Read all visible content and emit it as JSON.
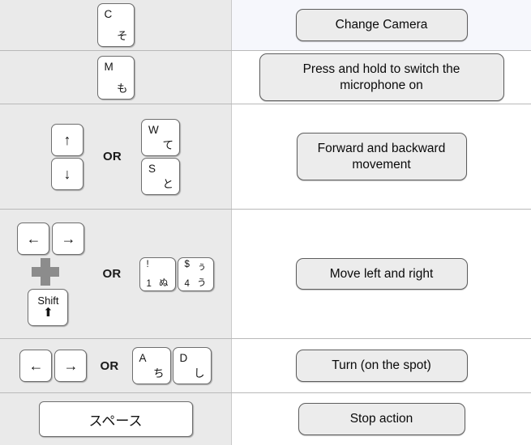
{
  "legend": {
    "or_label": "OR"
  },
  "rows": [
    {
      "id": "change-camera",
      "keys": [
        {
          "type": "dual",
          "latin": "C",
          "kana": "そ"
        }
      ],
      "description": "Change Camera"
    },
    {
      "id": "microphone",
      "keys": [
        {
          "type": "dual",
          "latin": "M",
          "kana": "も"
        }
      ],
      "description": "Press and hold to switch the microphone on"
    },
    {
      "id": "forward-backward",
      "keys": [
        {
          "type": "arrow",
          "glyph": "↑"
        },
        {
          "type": "arrow",
          "glyph": "↓"
        },
        {
          "type": "dual",
          "latin": "W",
          "kana": "て"
        },
        {
          "type": "dual",
          "latin": "S",
          "kana": "と"
        }
      ],
      "description": "Forward and backward movement"
    },
    {
      "id": "move-left-right",
      "keys": [
        {
          "type": "arrow",
          "glyph": "←"
        },
        {
          "type": "arrow",
          "glyph": "→"
        },
        {
          "type": "modifier",
          "label": "Shift",
          "glyph": "⬆"
        },
        {
          "type": "quad",
          "top_left": "!",
          "bottom_left": "1",
          "top_right": "",
          "bottom_right": "ぬ"
        },
        {
          "type": "quad",
          "top_left": "$",
          "bottom_left": "4",
          "top_right": "ぅ",
          "bottom_right": "う"
        }
      ],
      "description": "Move left and right"
    },
    {
      "id": "turn-on-spot",
      "keys": [
        {
          "type": "arrow",
          "glyph": "←"
        },
        {
          "type": "arrow",
          "glyph": "→"
        },
        {
          "type": "dual",
          "latin": "A",
          "kana": "ち"
        },
        {
          "type": "dual",
          "latin": "D",
          "kana": "し"
        }
      ],
      "description": "Turn (on the spot)"
    },
    {
      "id": "stop-action",
      "keys": [
        {
          "type": "space",
          "label": "スペース"
        }
      ],
      "description": "Stop action"
    }
  ],
  "colors": {
    "key_face": "#ffffff",
    "key_border": "#6e6e6e",
    "left_cell_bg": "#eaeaea",
    "desc_button_bg": "#ececec",
    "desc_button_border": "#5d5d5d",
    "tinted_cell_bg": "#f6f7fc",
    "plus_icon": "#8c8c8c"
  }
}
